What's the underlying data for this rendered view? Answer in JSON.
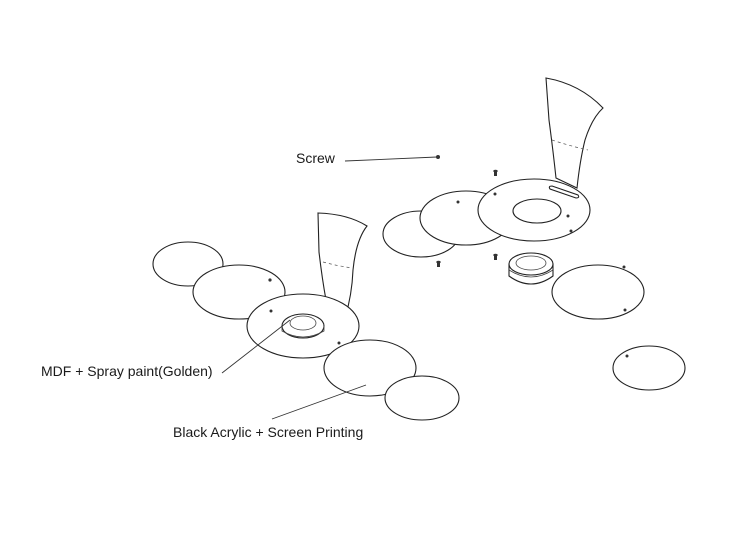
{
  "labels": {
    "screw": "Screw",
    "mdf": "MDF + Spray paint(Golden)",
    "acrylic": "Black Acrylic + Screen Printing"
  }
}
